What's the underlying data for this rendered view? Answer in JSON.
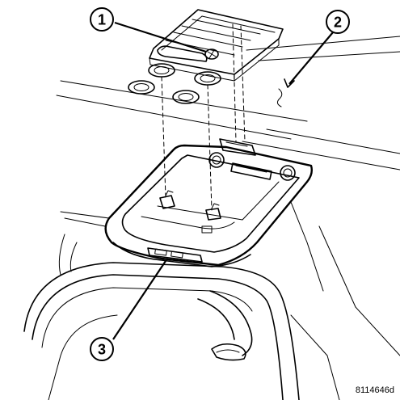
{
  "callouts": [
    {
      "label": "1"
    },
    {
      "label": "2"
    },
    {
      "label": "3"
    }
  ],
  "figure_id": "8114646d"
}
